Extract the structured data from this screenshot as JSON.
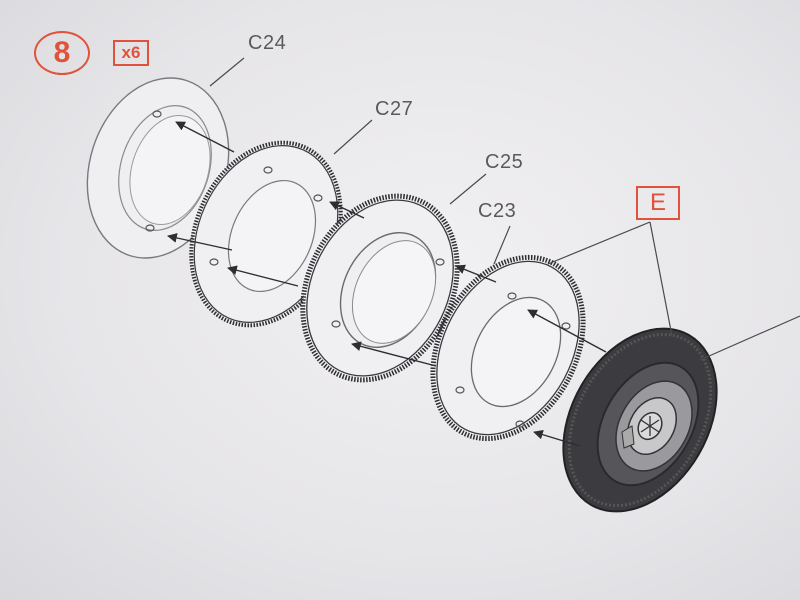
{
  "step": {
    "number": "8",
    "quantity": "x6"
  },
  "parts": [
    {
      "id": "c24",
      "label": "C24"
    },
    {
      "id": "c27",
      "label": "C27"
    },
    {
      "id": "c25",
      "label": "C25"
    },
    {
      "id": "c23",
      "label": "C23"
    }
  ],
  "sprue": {
    "label": "E"
  },
  "colors": {
    "accent": "#e0533a",
    "ink": "#4a4a4e",
    "paper": "#ecebee"
  }
}
